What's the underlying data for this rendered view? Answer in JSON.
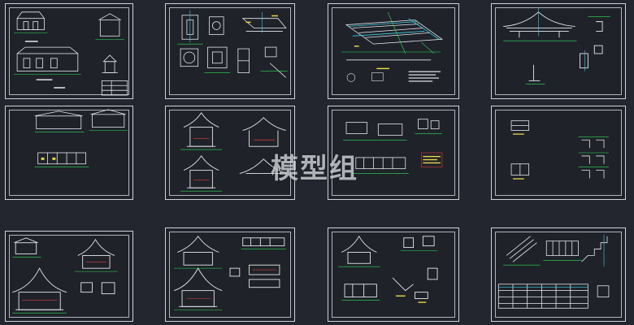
{
  "watermark": "模型组",
  "colors": {
    "background": "#23262e",
    "frame": "#cfd3da",
    "line_white": "#e8eaee",
    "line_green": "#2ee05a",
    "line_cyan": "#3fd0e8",
    "line_yellow": "#e8d84a",
    "line_red": "#e0403a"
  },
  "sheets": [
    {
      "id": "s1"
    },
    {
      "id": "s2"
    },
    {
      "id": "s3"
    },
    {
      "id": "s4"
    },
    {
      "id": "s5"
    },
    {
      "id": "s6"
    },
    {
      "id": "s7"
    },
    {
      "id": "s8"
    },
    {
      "id": "s9"
    },
    {
      "id": "s10"
    },
    {
      "id": "s11"
    },
    {
      "id": "s12"
    }
  ]
}
